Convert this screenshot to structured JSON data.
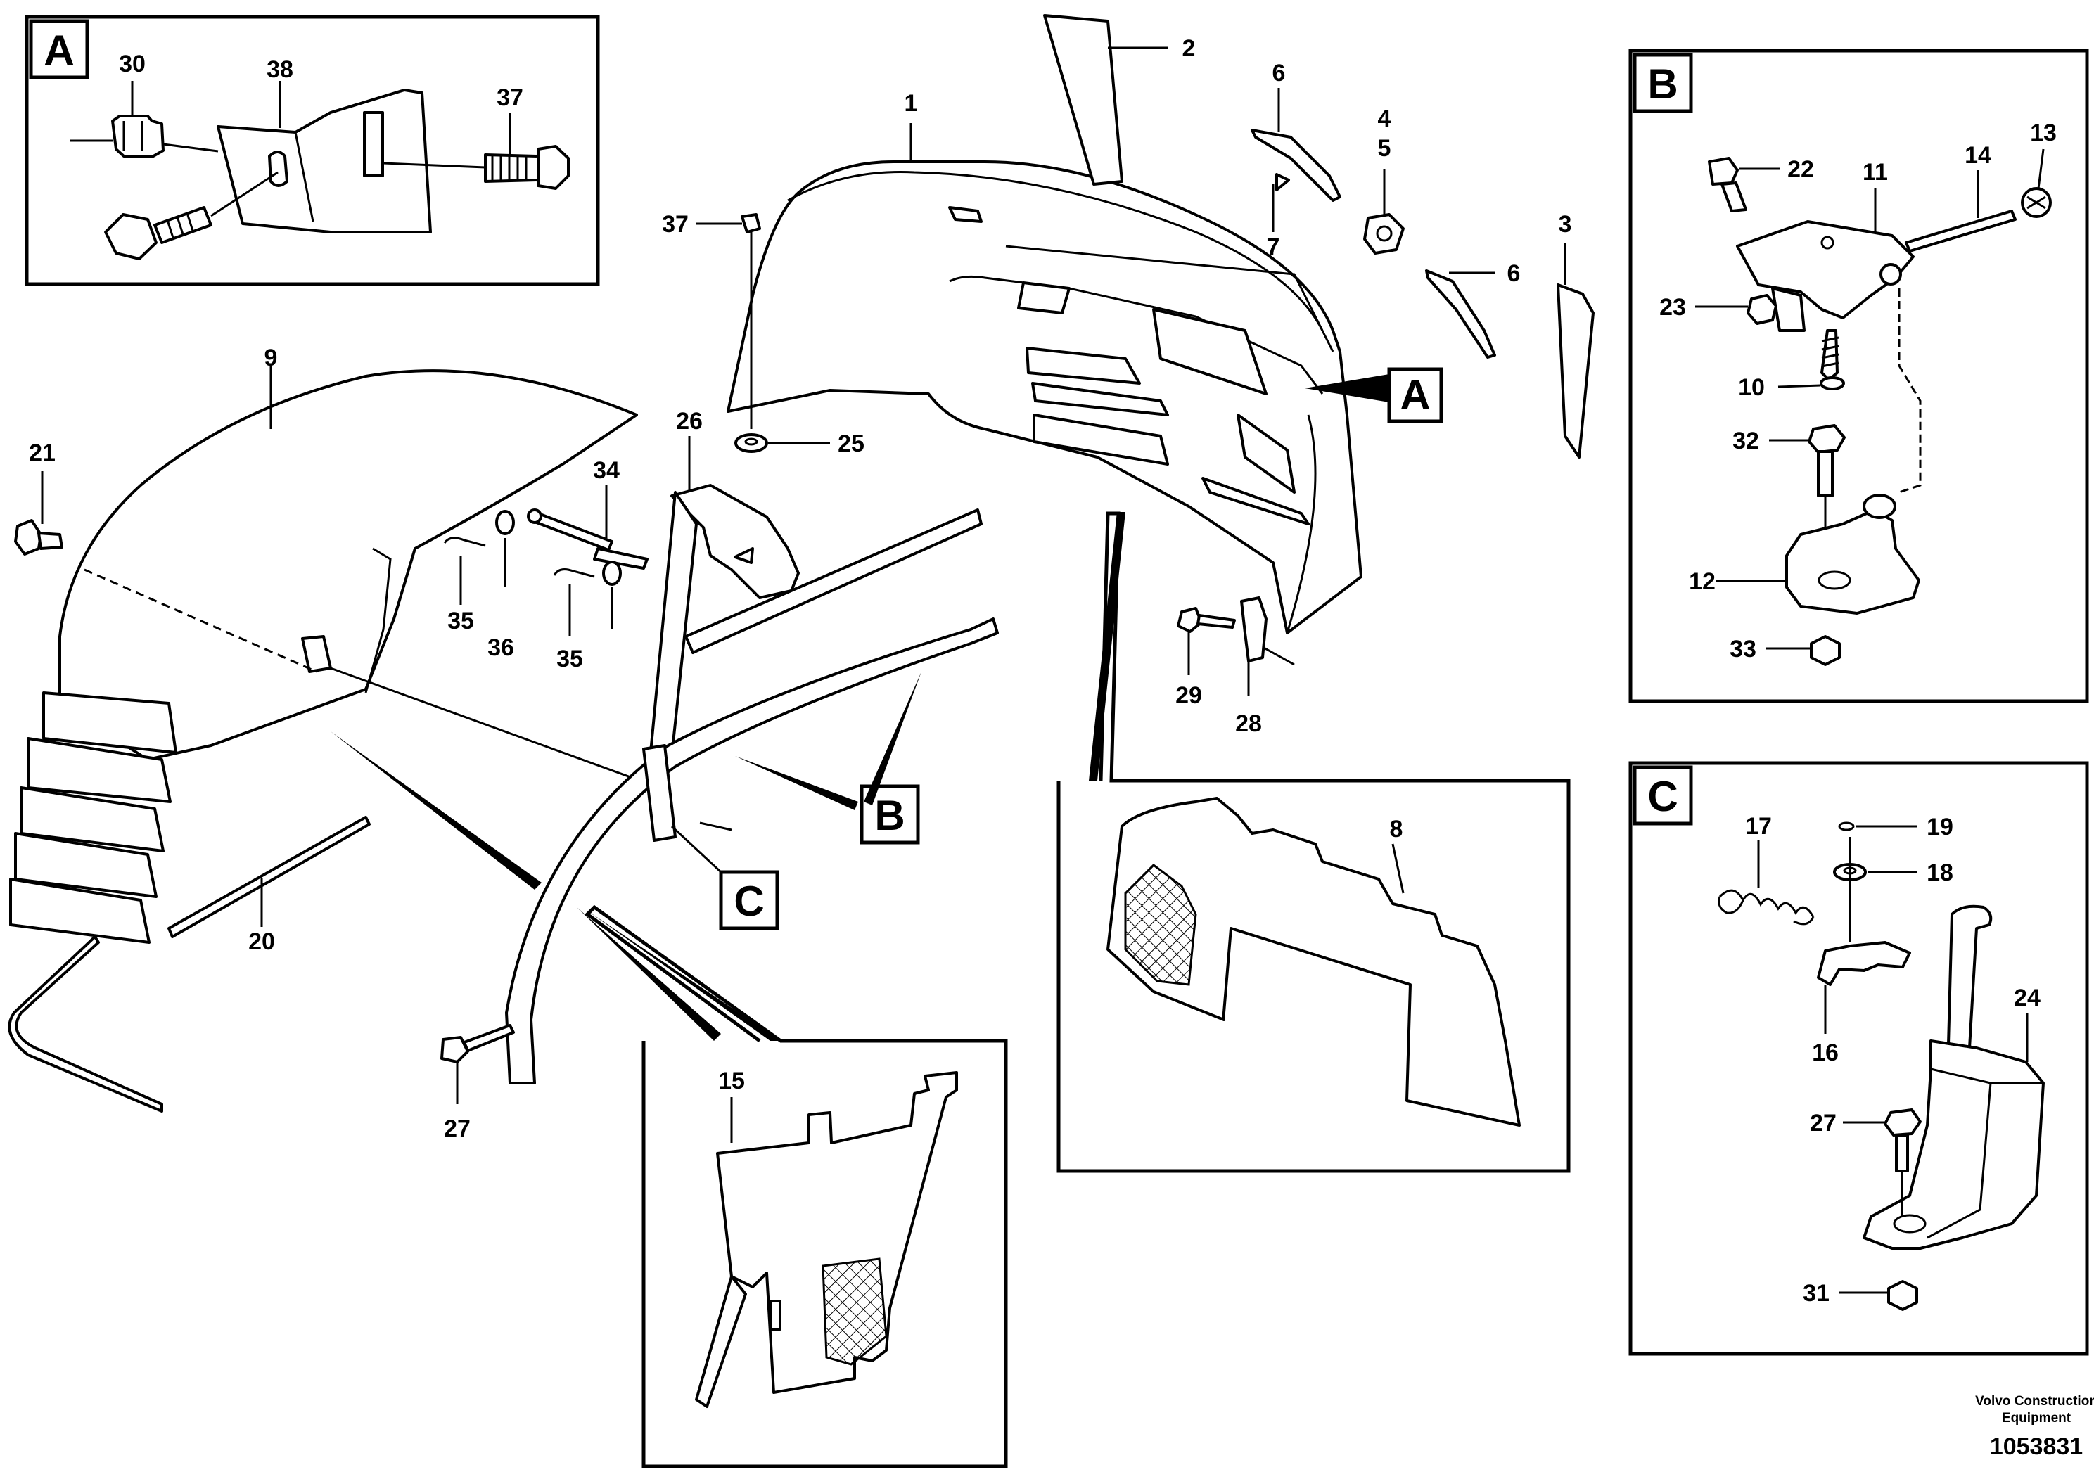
{
  "footer": {
    "brand_line1": "Volvo Construction",
    "brand_line2": "Equipment",
    "drawing_number": "1053831"
  },
  "detail_tags": {
    "a": "A",
    "b": "B",
    "c": "C"
  },
  "callouts": {
    "1": "1",
    "2": "2",
    "3": "3",
    "4": "4",
    "5": "5",
    "6": "6",
    "6b": "6",
    "7": "7",
    "8": "8",
    "9": "9",
    "10": "10",
    "11": "11",
    "12": "12",
    "13": "13",
    "14": "14",
    "15": "15",
    "16": "16",
    "17": "17",
    "18": "18",
    "19": "19",
    "20": "20",
    "21": "21",
    "22": "22",
    "23": "23",
    "24": "24",
    "25": "25",
    "26": "26",
    "27": "27",
    "27b": "27",
    "28": "28",
    "29": "29",
    "30": "30",
    "31": "31",
    "32": "32",
    "33": "33",
    "34": "34",
    "35": "35",
    "35b": "35",
    "36": "36",
    "37": "37",
    "37b": "37",
    "38": "38"
  }
}
